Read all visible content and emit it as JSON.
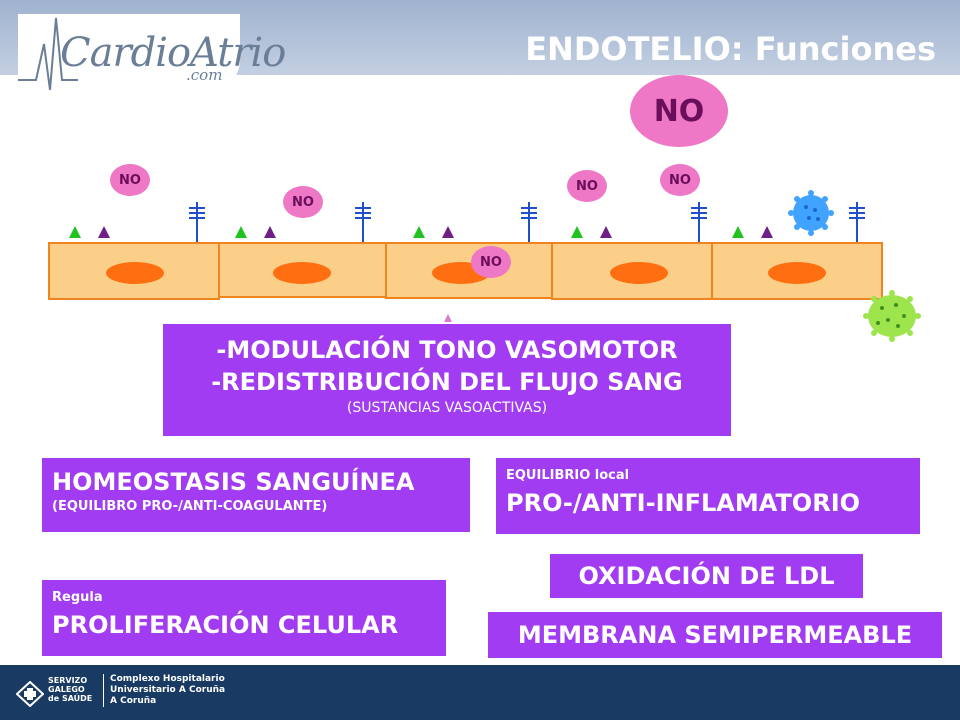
{
  "logo": {
    "name": "CardioAtrio",
    "domain": ".com"
  },
  "title": "ENDOTELIO: Funciones",
  "molecules": {
    "no_label": "NO"
  },
  "functions": {
    "vasomotor": {
      "line1": "-MODULACIÓN TONO VASOMOTOR",
      "line2": "-REDISTRIBUCIÓN DEL FLUJO SANG",
      "line3": "(SUSTANCIAS VASOACTIVAS)"
    },
    "homeostasis": {
      "line1": "HOMEOSTASIS SANGUÍNEA",
      "line2": "(EQUILIBRO PRO-/ANTI-COAGULANTE)"
    },
    "inflammation": {
      "line1": "EQUILIBRIO local",
      "line2": "PRO-/ANTI-INFLAMATORIO"
    },
    "oxidation": {
      "label": "OXIDACIÓN DE LDL"
    },
    "proliferation": {
      "line1": "Regula",
      "line2": "PROLIFERACIÓN CELULAR"
    },
    "membrane": {
      "label": "MEMBRANA SEMIPERMEABLE"
    }
  },
  "footer": {
    "left": [
      "SERVIZO",
      "GALEGO",
      "de SAÚDE"
    ],
    "right": [
      "Complexo Hospitalario",
      "Universitario A Coruña",
      "A Coruña"
    ]
  },
  "colors": {
    "header": "#9fb2cf",
    "no_molecule": "#ee77c6",
    "function_box": "#a13cf2",
    "cell_fill": "#fbcf88",
    "nucleus": "#ff6f11",
    "footer": "#183a63"
  }
}
